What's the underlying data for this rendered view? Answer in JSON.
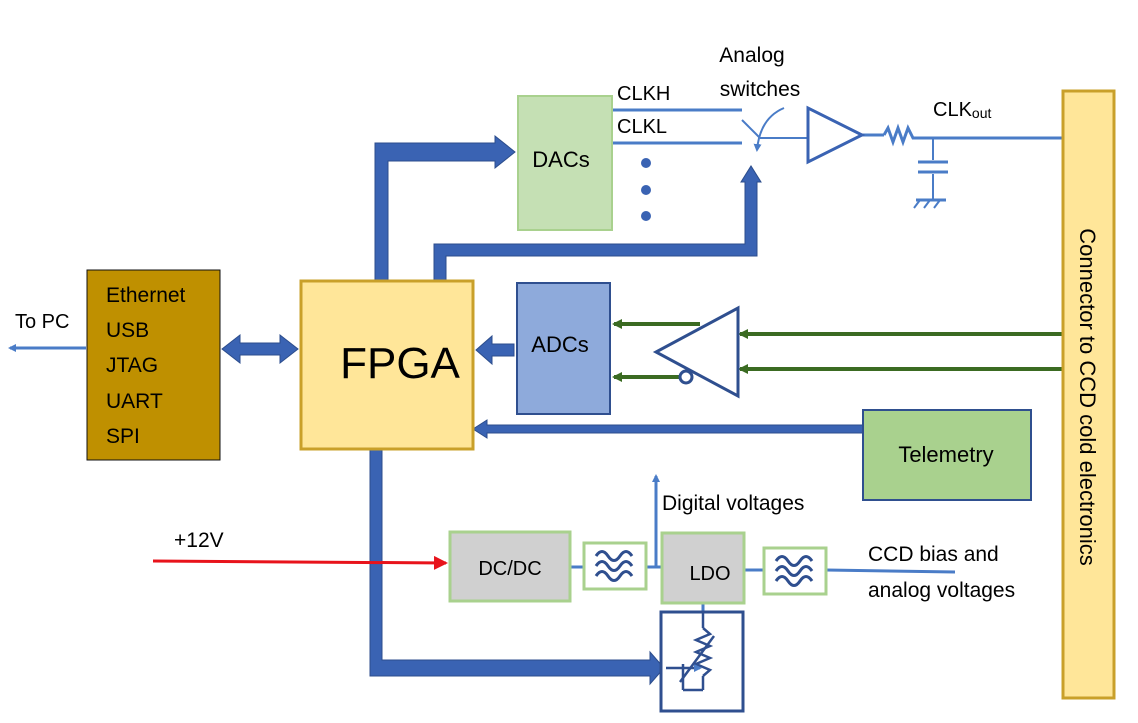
{
  "colors": {
    "bus_blue": "#3a63b3",
    "thin_blue": "#4a7cc7",
    "dark_green": "#3b6b22",
    "red": "#e8131b",
    "fpga_fill": "#ffe699",
    "fpga_border": "#c9a02a",
    "interface_fill": "#bf9000",
    "dac_fill": "#c5e0b4",
    "adc_fill": "#8eaadb",
    "telemetry_fill": "#a9d18e",
    "gray_fill": "#d0d0d0",
    "connector_fill": "#ffe699"
  },
  "blocks": {
    "fpga": "FPGA",
    "dacs": "DACs",
    "adcs": "ADCs",
    "telemetry": "Telemetry",
    "dcdc": "DC/DC",
    "ldo": "LDO",
    "connector": "Connector to CCD cold electronics",
    "interfaces": [
      "Ethernet",
      "USB",
      "JTAG",
      "UART",
      "SPI"
    ]
  },
  "labels": {
    "to_pc": "To PC",
    "analog_switches_line1": "Analog",
    "analog_switches_line2": "switches",
    "clkh": "CLKH",
    "clkl": "CLKL",
    "clk_out_main": "CLK",
    "clk_out_sub": "out",
    "plus12v": "+12V",
    "digital_voltages": "Digital voltages",
    "ccd_bias_line1": "CCD bias and",
    "ccd_bias_line2": "analog voltages"
  }
}
